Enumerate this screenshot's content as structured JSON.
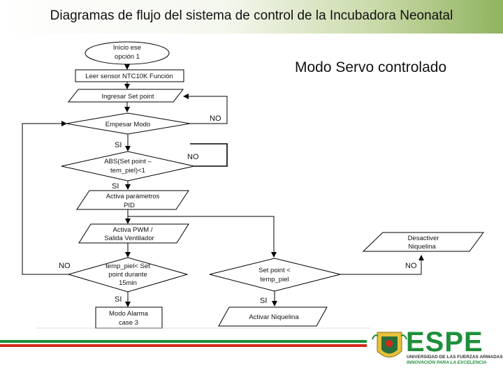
{
  "header": {
    "title": "Diagramas de flujo del sistema de control de la Incubadora Neonatal"
  },
  "subtitle": "Modo Servo controlado",
  "flowchart": {
    "start": [
      "Inicio ese",
      "opción 1"
    ],
    "read_sensor": "Leer sensor NTC10K Función",
    "set_point": "Ingresar Set point",
    "start_mode": "Empesar Modo",
    "abs_check": [
      "ABS(Set point –",
      "tem_piel)<1"
    ],
    "pid": [
      "Activa parámetros",
      "PID"
    ],
    "pwm": [
      "Activa PWM /",
      "Salida Ventilador"
    ],
    "temp_check": [
      "temp_piel< Set",
      "point durante",
      "15min"
    ],
    "alarm": [
      "Modo Alarma",
      "case 3"
    ],
    "sp_check": [
      "Set point <",
      "temp_piel"
    ],
    "activate_nickel": "Activar Niquelina",
    "deactivate_nickel": [
      "Desactiver",
      "Niquelina"
    ],
    "labels": {
      "no1": "NO",
      "si1": "SI",
      "no2": "NO",
      "si2": "SI",
      "no3": "NO",
      "si3": "SI",
      "no4": "NO",
      "si4": "SI"
    }
  },
  "logo": {
    "name": "ESPE",
    "university": "UNIVERSIDAD DE LAS FUERZAS ARMADAS",
    "motto": "INNOVACIÓN PARA LA EXCELENCIA"
  },
  "colors": {
    "accent_green": "#1e8f3a",
    "accent_red": "#d42a1e"
  }
}
